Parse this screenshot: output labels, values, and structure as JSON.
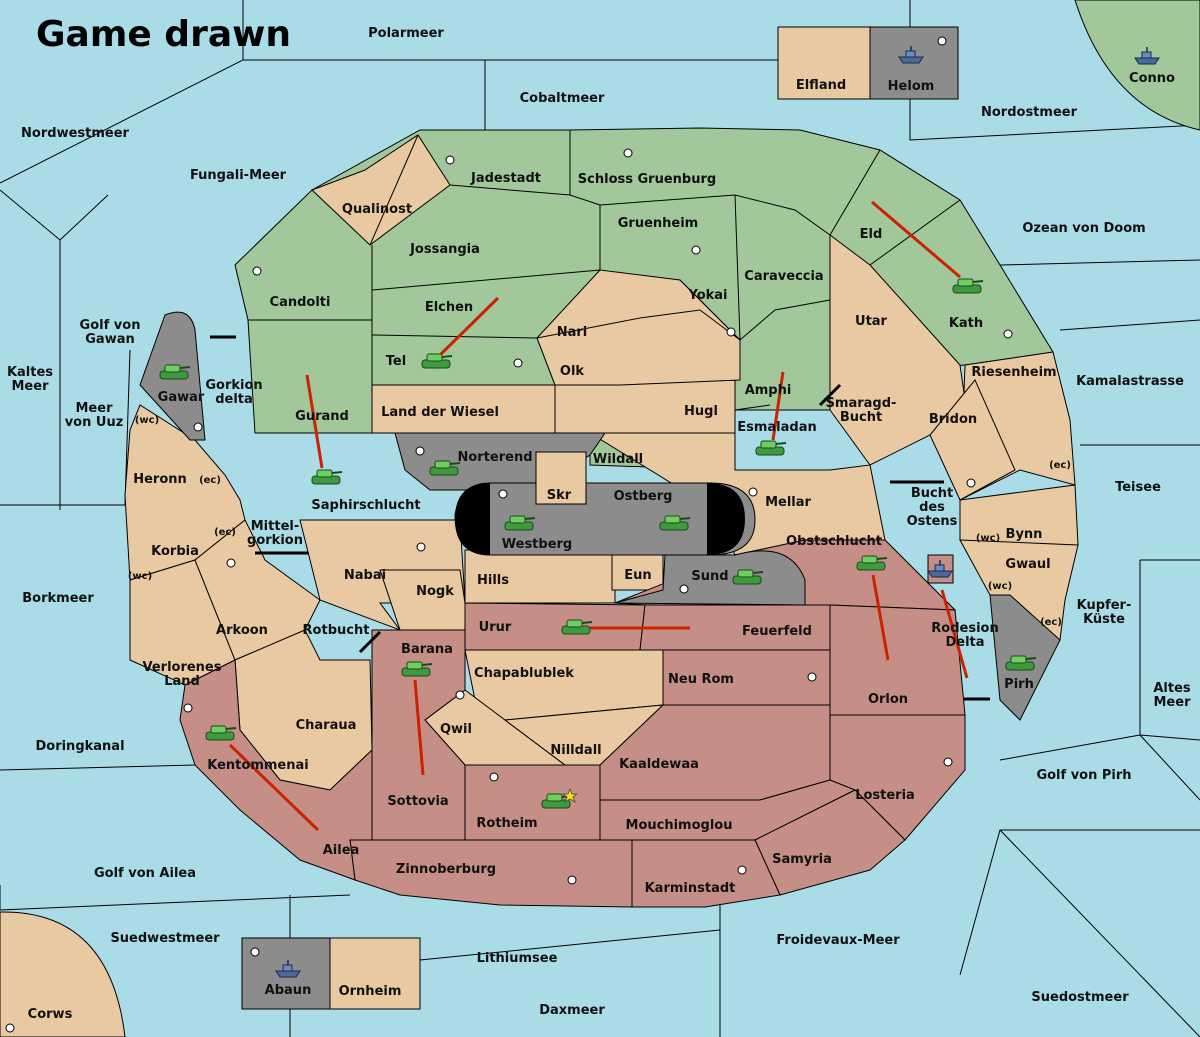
{
  "title": "Game drawn",
  "colors": {
    "sea": "#aadce8",
    "green_power": "#a2c79b",
    "tan_neutral": "#e8c9a2",
    "red_power": "#c58f87",
    "grey_power": "#8c8c8c",
    "move_arrow": "#cc2200"
  },
  "seas": {
    "polarmeer": "Polarmeer",
    "cobaltmeer": "Cobaltmeer",
    "nordwestmeer": "Nordwestmeer",
    "fungali": "Fungali-Meer",
    "nordostmeer": "Nordostmeer",
    "ozean": "Ozean von Doom",
    "golf_gawan": "Golf von Gawan",
    "kaltes": "Kaltes Meer",
    "meer_uuz": "Meer von Uuz",
    "gorkion_delta": "Gorkion delta",
    "mittel": "Mittel- gorkion",
    "rotbucht": "Rotbucht",
    "borkmeer": "Borkmeer",
    "doringkanal": "Doringkanal",
    "golf_ailea": "Golf von Ailea",
    "suedwestmeer": "Suedwestmeer",
    "lithiumsee": "Lithiumsee",
    "froidevaux": "Froidevaux-Meer",
    "daxmeer": "Daxmeer",
    "suedostmeer": "Suedostmeer",
    "golf_pirh": "Golf von Pirh",
    "altes": "Altes Meer",
    "kupfer": "Kupfer- Küste",
    "teisee": "Teisee",
    "kamalastrasse": "Kamalastrasse",
    "smaragd": "Smaragd- Bucht",
    "bucht_ostens": "Bucht des Ostens",
    "rodesion": "Rodesion Delta"
  },
  "regions": {
    "elfland": "Elfland",
    "helom": "Helom",
    "conno": "Conno",
    "corws": "Corws",
    "abaun": "Abaun",
    "ornheim": "Ornheim",
    "jadestadt": "Jadestadt",
    "schloss": "Schloss Gruenburg",
    "qualinost": "Qualinost",
    "jossangia": "Jossangia",
    "gruenheim": "Gruenheim",
    "eld": "Eld",
    "caraveccia": "Caraveccia",
    "candolti": "Candolti",
    "elchen": "Elchen",
    "yokai": "Yokai",
    "nari": "Nari",
    "utar": "Utar",
    "kath": "Kath",
    "tel": "Tel",
    "olk": "Olk",
    "amphi": "Amphi",
    "riesenheim": "Riesenheim",
    "gawar": "Gawar",
    "gurand": "Gurand",
    "land_wiesel": "Land der Wiesel",
    "hugl": "Hugl",
    "esmaladan": "Esmaladan",
    "bridon": "Bridon",
    "norterend": "Norterend",
    "wildall": "Wildall",
    "heronn": "Heronn",
    "saphir": "Saphirschlucht",
    "skr": "Skr",
    "ostberg": "Ostberg",
    "mellar": "Mellar",
    "westberg": "Westberg",
    "obstschlucht": "Obstschlucht",
    "bynn": "Bynn",
    "korbia": "Korbia",
    "nabai": "Nabai",
    "hills": "Hills",
    "eun": "Eun",
    "sund": "Sund",
    "gwaul": "Gwaul",
    "nogk": "Nogk",
    "arkoon": "Arkoon",
    "urur": "Urur",
    "feuerfeld": "Feuerfeld",
    "verlorenes": "Verlorenes Land",
    "barana": "Barana",
    "chapablublek": "Chapablublek",
    "neu_rom": "Neu Rom",
    "pirh": "Pirh",
    "orlon": "Orlon",
    "charaua": "Charaua",
    "qwil": "Qwil",
    "nilldall": "Nilldall",
    "kentommenai": "Kentommenai",
    "kaaldewaa": "Kaaldewaa",
    "sottovia": "Sottovia",
    "losteria": "Losteria",
    "rotheim": "Rotheim",
    "mouchimoglou": "Mouchimoglou",
    "ailea": "Ailea",
    "samyria": "Samyria",
    "zinnoberburg": "Zinnoberburg",
    "karminstadt": "Karminstadt"
  },
  "coast_tags": {
    "wc": "(wc)",
    "ec": "(ec)"
  },
  "units": {
    "armies": [
      "Tel",
      "Gawar",
      "Saphirschlucht",
      "Norterend",
      "Westberg",
      "Ostberg",
      "Esmaladan",
      "Kath",
      "Sund",
      "Obstschlucht",
      "Pirh",
      "Urur",
      "Barana",
      "Kentommenai",
      "Rotheim"
    ],
    "fleets": [
      "Helom",
      "Conno",
      "Abaun",
      "Rodesion Delta"
    ]
  }
}
